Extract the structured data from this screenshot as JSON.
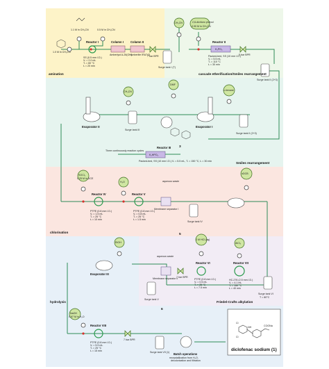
{
  "sections": {
    "amination": "amination",
    "cascade": "cascade etherification/Smiles rearrangement",
    "smiles": "Smiles rearrangement",
    "chlorination": "chlorination",
    "friedel": "Friedel-Crafts alkylation",
    "hydrolysis": "hydrolysis"
  },
  "reagents": {
    "ch3cn_1": "CH₃CN",
    "dichlorophenol": "2,6-dichloro phenol",
    "dichlorophenol_conc": "0.90 M in CH₃CN",
    "ch3cn_2": "CH₃CN",
    "dmf": "DMF",
    "chexane": "c-hexane",
    "socl2": "SOCl₂",
    "socl2_conc": "0.25 M in DCE",
    "h2o": "H₂O",
    "odcb": "oDCB",
    "etoh": "EtOH",
    "hcl": "1 M HCl (aq)",
    "alcl3": "AlCl₃",
    "naoh": "NaOH",
    "naoh_conc": "0.97 M in H₂O"
  },
  "top": {
    "aniline_conc": "1.0 M in CH₃CN",
    "chloroacetyl_conc": "1.1 M in CH₃CN",
    "boron_conc": "0.5 M in CH₃CN",
    "reactor1": "Reactor I",
    "reactor1_params": [
      "SS (0.5 mm I.D.)",
      "Vᵣ = 2.0 mL",
      "Tᵣ = 60 °C",
      "tᵣ = 20 min"
    ],
    "col1": "Column I",
    "col1_name": "Amberlyst A-26(OH)",
    "col2": "Column II",
    "col2_name": "Amberlite IRA743",
    "bpr1": "7 bar BPR",
    "surge1": "Surge tank I (T)",
    "reactor2": "Reactor II",
    "k3po4": "K₃PO₄",
    "reactor2_params": [
      "Packed-bed, SS (10 mm I.D.)",
      "Vᵣ = 5.5 mL",
      "Tᵣ = 110 °C",
      "tᵣ = 30 min"
    ],
    "bpr2": "5 bar BPR",
    "surge2": "Surge tank II (2+3)"
  },
  "smiles": {
    "evap2": "Evaporator II",
    "evap1": "Evaporator I",
    "surge3": "Surge tank III",
    "surge4": "Surge tank II (2+3)",
    "cycles": "Three continuously reaction cycles",
    "reactor3": "Reactor III",
    "koh": "K₂HPO₄",
    "reactor3_params": "Packed-bed, SS (10 mm I.D.)  Vᵣ = 5.5 mL, Tᵣ = 150 °C, tᵣ = 30 min",
    "num3": "3"
  },
  "chlor": {
    "reactor4": "Reactor IV",
    "reactor4_params": [
      "PTFE (0.8 mm I.D.)",
      "Vᵣ = 1.5 mL",
      "Tᵣ = 25 °C",
      "tᵣ = 10 min"
    ],
    "reactor5": "Reactor V",
    "reactor5_params": [
      "PTFE (0.8 mm I.D.)",
      "Vᵣ = 0.8 mL",
      "Tᵣ = 25 °C",
      "tᵣ = 1.5 min"
    ],
    "aqueous": "aqueous waste",
    "membrane1": "Membrane separator I",
    "surge5": "Surge tank IV",
    "num5": "5"
  },
  "fc": {
    "evap3": "Evaporator III",
    "aqueous2": "aqueous waste",
    "membrane2": "Membrane separator II",
    "bpr3": "7 bar BPR",
    "reactor6": "Reactor VI",
    "reactor6_params": [
      "PTFE (0.8 mm I.D.)",
      "Vᵣ = 0.5 mL",
      "Tᵣ = 25 °C",
      "tᵣ = 7.5 min"
    ],
    "reactor7": "Reactor VII",
    "reactor7_params": [
      "HC-276 (2.5 mm I.D.)",
      "Vᵣ = 4.1 mL",
      "Tᵣ = 150 °C",
      "tᵣ = 40 min"
    ],
    "surge6": "Surge tank V",
    "surge7": "Surge tank VI",
    "num6": "6",
    "heat": "T = 80°C"
  },
  "hydro": {
    "reactor8": "Reactor VIII",
    "reactor8_params": [
      "PTFE (0.8 mm I.D.)",
      "Vᵣ = 5.9 mL",
      "Tᵣ = 25 °C",
      "tᵣ = 15 min"
    ],
    "bpr4": "7 bar BPR",
    "surge8": "Surge tank VII (1)",
    "batch_title": "Batch operations",
    "batch_desc": "recrystallization from H₂O,",
    "batch_desc2": "decolorization and filtration",
    "product": "diclofenac sodium (1)",
    "coona": "COONa",
    "nh": "NH",
    "cl_a": "Cl",
    "cl_b": "Cl"
  },
  "colors": {
    "yellow_bg": "#fdf3c8",
    "green_bg": "#eef7ea",
    "teal_bg": "#e6f4ef",
    "pink_bg": "#fbe6e0",
    "lilac_bg": "#f2ecf5",
    "blue_bg": "#e7f0f8",
    "line": "#2e8b57"
  }
}
